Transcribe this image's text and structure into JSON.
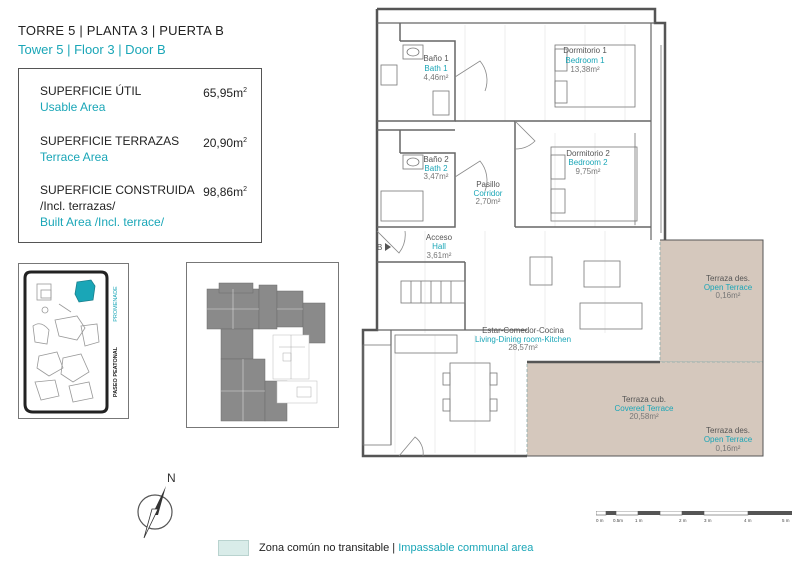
{
  "header": {
    "title_es": "TORRE 5 | PLANTA 3 | PUERTA B",
    "title_en": "Tower 5 | Floor 3 | Door B"
  },
  "areas": [
    {
      "es": "SUPERFICIE ÚTIL",
      "en": "Usable Area",
      "value": "65,95",
      "unit": "m",
      "exp": "2"
    },
    {
      "es": "SUPERFICIE TERRAZAS",
      "en": "Terrace Area",
      "value": "20,90",
      "unit": "m",
      "exp": "2"
    },
    {
      "es": "SUPERFICIE CONSTRUIDA",
      "es2": "/Incl. terrazas/",
      "en": "Built Area /Incl. terrace/",
      "value": "98,86",
      "unit": "m",
      "exp": "2"
    }
  ],
  "site_plan": {
    "label_promenade": "PROMENADE",
    "label_paseo": "PASEO PEATONAL",
    "accent_color": "#1aa6b7"
  },
  "rooms": [
    {
      "es": "Baño 1",
      "en": "Bath 1",
      "area": "4,46m²"
    },
    {
      "es": "Dormitorio 1",
      "en": "Bedroom 1",
      "area": "13,38m²"
    },
    {
      "es": "Baño 2",
      "en": "Bath 2",
      "area": "3,47m²"
    },
    {
      "es": "Dormitorio 2",
      "en": "Bedroom 2",
      "area": "9,75m²"
    },
    {
      "es": "Pasillo",
      "en": "Corridor",
      "area": "2,70m²"
    },
    {
      "es": "Acceso",
      "en": "Hall",
      "area": "3,61m²"
    },
    {
      "es": "Terraza des.",
      "en": "Open Terrace",
      "area": "0,16m²"
    },
    {
      "es": "Estar-Comedor-Cocina",
      "en": "Living-Dining room-Kitchen",
      "area": "28,57m²"
    },
    {
      "es": "Terraza cub.",
      "en": "Covered Terrace",
      "area": "20,58m²"
    },
    {
      "es": "Terraza des.",
      "en": "Open Terrace",
      "area": "0,16m²"
    }
  ],
  "entrance_marker": "B",
  "north_label": "N",
  "scale_bar": {
    "labels": [
      "0 m",
      "0.5m",
      "1 m",
      "2 m",
      "3 m",
      "4 m",
      "5 m"
    ]
  },
  "legend": {
    "es": "Zona común no transitable",
    "separator": " | ",
    "en": "Impassable communal area",
    "color": "#d9ece9"
  },
  "colors": {
    "accent": "#1aa6b7",
    "terrace": "#d5c8bd",
    "walls": "#555555",
    "floor_lines": "#e2e2e2"
  }
}
